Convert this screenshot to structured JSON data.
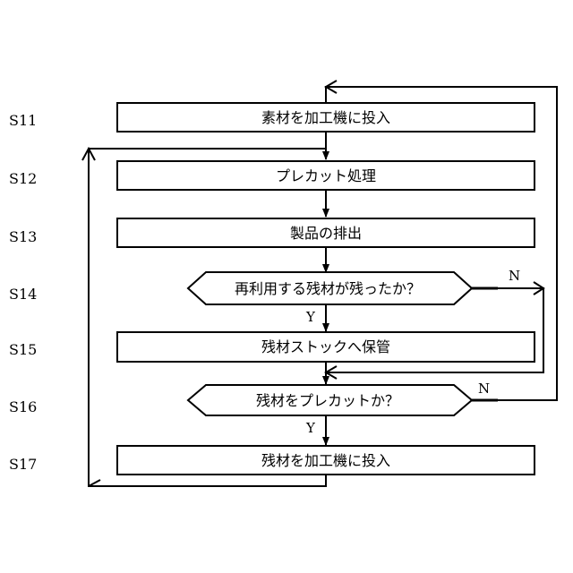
{
  "steps": [
    {
      "id": "S11",
      "text": "素材を加工機に投入"
    },
    {
      "id": "S12",
      "text": "プレカット処理"
    },
    {
      "id": "S13",
      "text": "製品の排出"
    },
    {
      "id": "S14",
      "text": "再利用する残材が残ったか？"
    },
    {
      "id": "S15",
      "text": "残材ストックへ保管"
    },
    {
      "id": "S16",
      "text": "残材をプレカットか？"
    },
    {
      "id": "S17",
      "text": "残材を加工機に投入"
    }
  ],
  "branch_labels": {
    "s14_yes": "Y",
    "s14_no": "N",
    "s16_yes": "Y",
    "s16_no": "N"
  }
}
